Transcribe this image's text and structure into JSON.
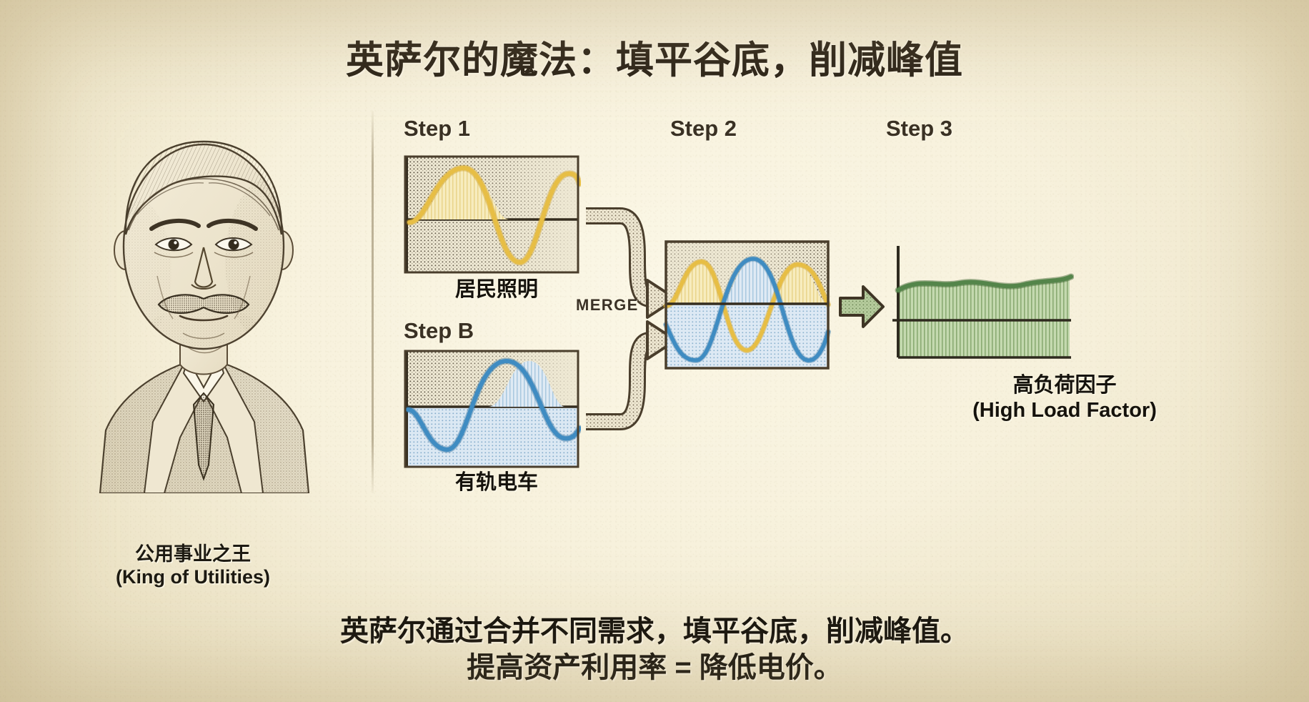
{
  "title": "英萨尔的魔法：填平谷底，削减峰值",
  "portrait": {
    "alt": "insull-engraved-portrait",
    "caption_cn": "公用事业之王",
    "caption_en": "(King of Utilities)"
  },
  "steps": {
    "step1_label": "Step 1",
    "stepB_label": "Step B",
    "step2_label": "Step 2",
    "step3_label": "Step 3"
  },
  "charts": {
    "residential": {
      "caption": "居民照明",
      "curve_color": "#e3b73c",
      "fill_color": "#f4e5ad"
    },
    "tram": {
      "caption": "有轨电车",
      "curve_color": "#3d87bd",
      "fill_color": "#c5dcee"
    },
    "merged": {
      "caption": "",
      "yellow": "#e3b73c",
      "blue": "#3d87bd"
    },
    "result": {
      "caption_cn": "高负荷因子",
      "caption_en": "(High Load Factor)",
      "curve_color": "#4d7a3e",
      "fill_color": "#b9d2a3"
    }
  },
  "merge_label": "MERGE",
  "bottom_caption_line1": "英萨尔通过合并不同需求，填平谷底，削减峰值。",
  "bottom_caption_line2": "提高资产利用率 = 降低电价。",
  "colors": {
    "paper": "#f5efda",
    "ink": "#2b2318",
    "yellow": "#e3b73c",
    "blue": "#3d87bd",
    "green": "#4d7a3e",
    "frame": "#4a3e2c"
  }
}
